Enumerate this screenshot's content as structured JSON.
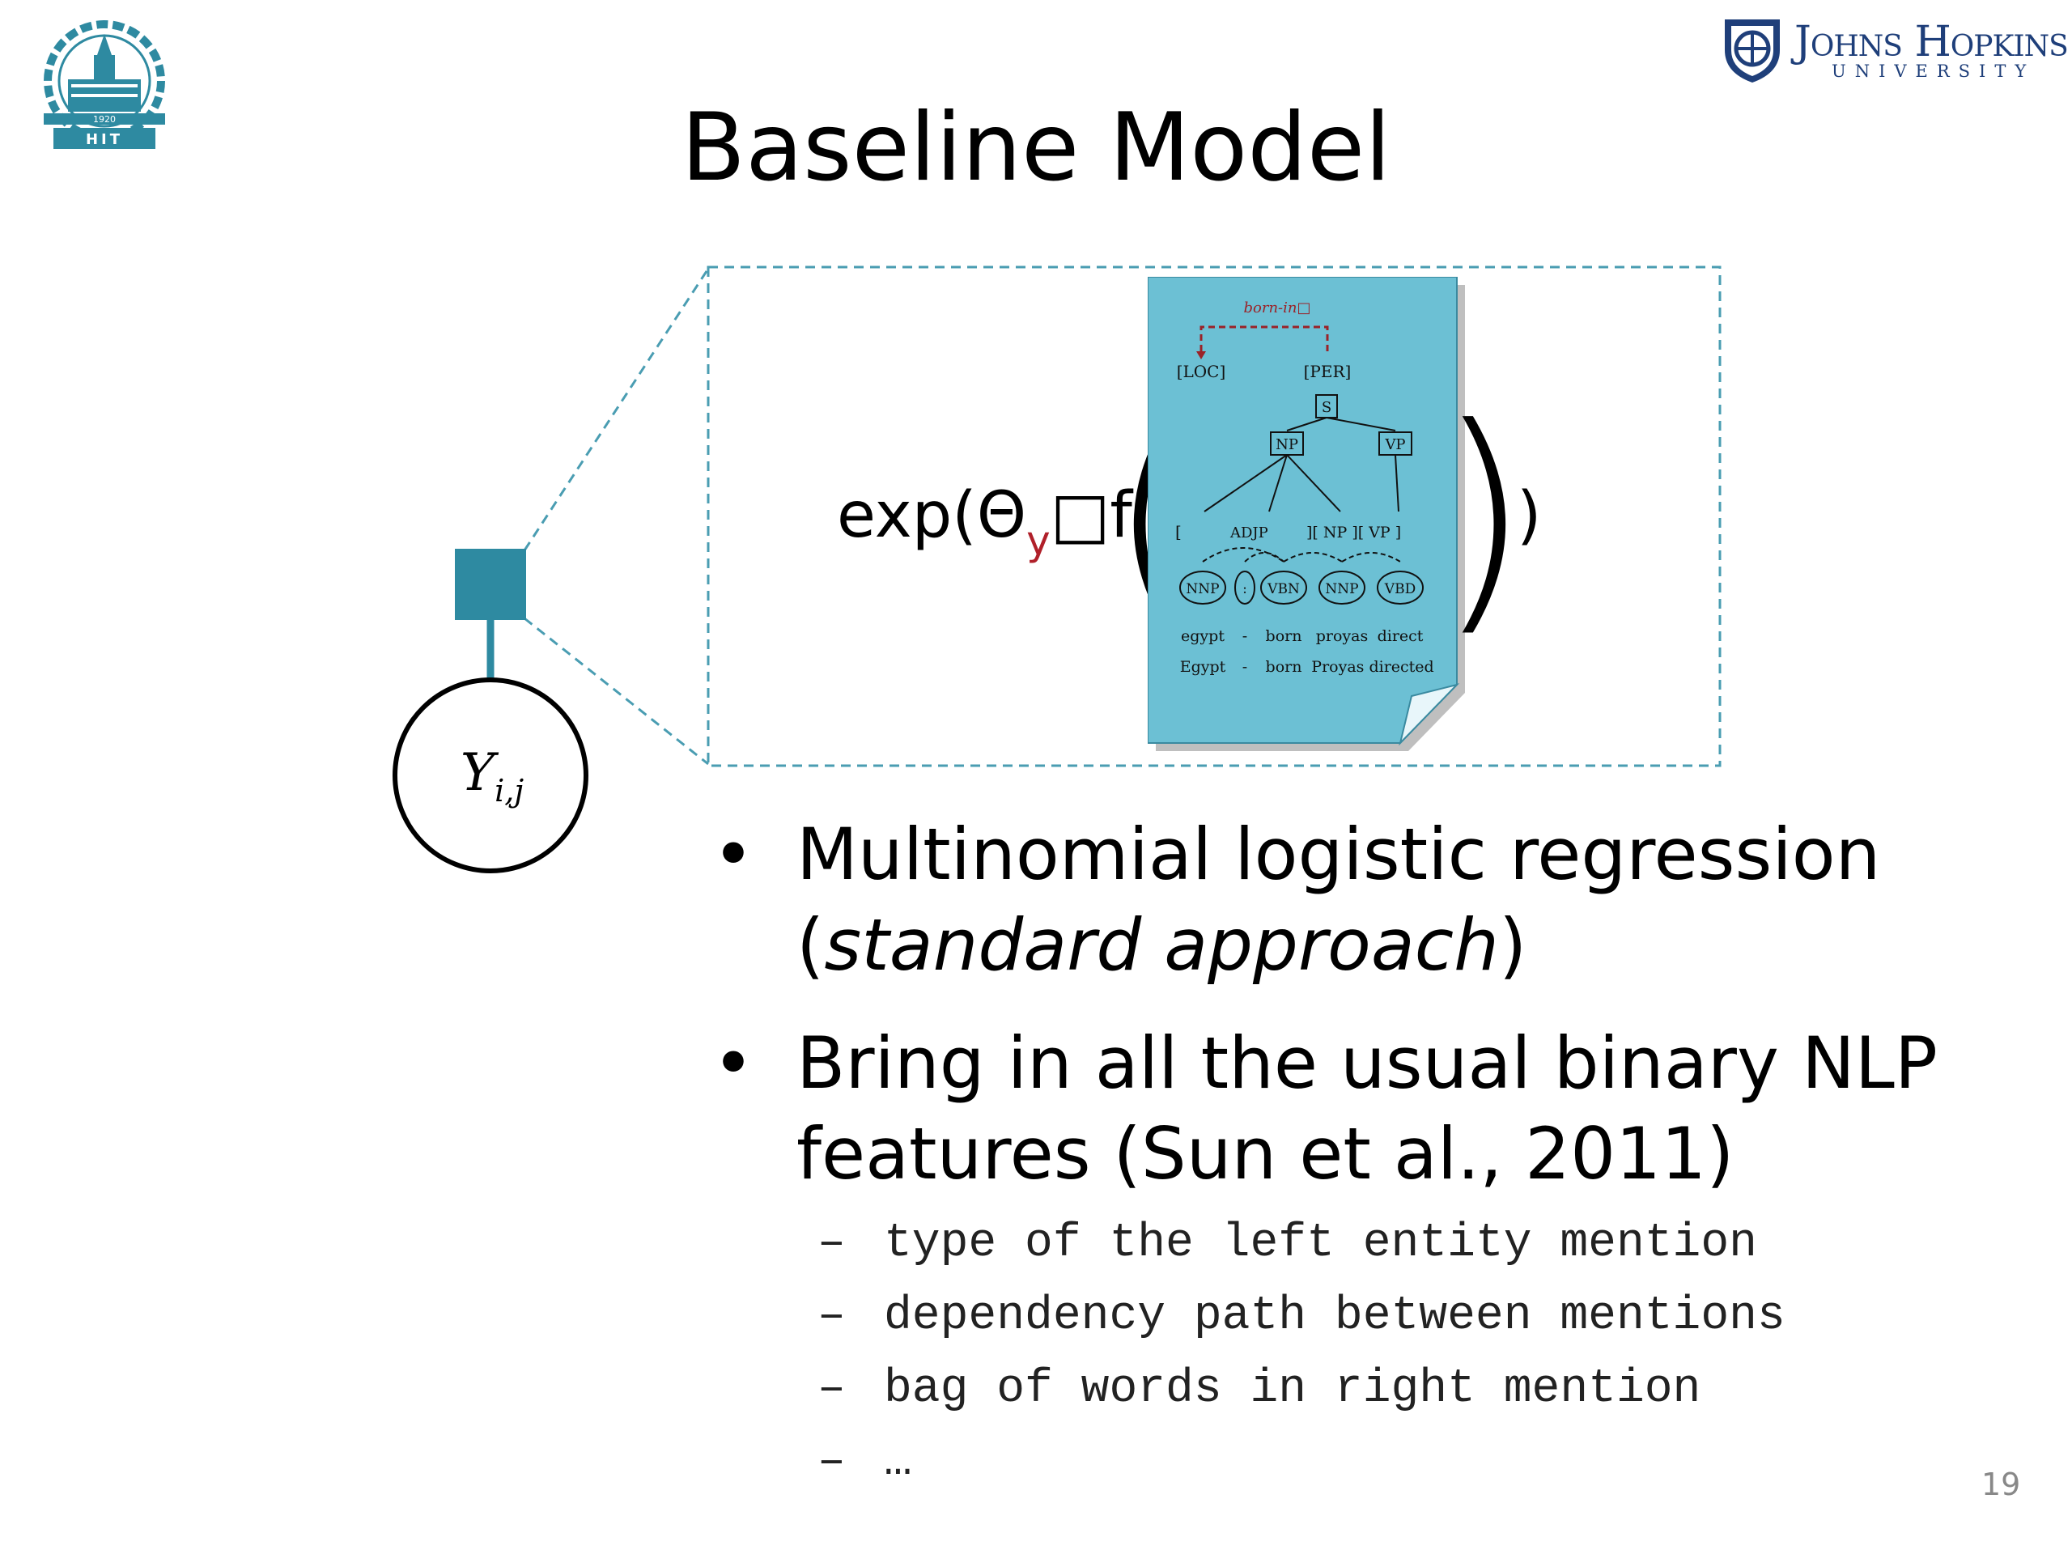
{
  "slide": {
    "title": "Baseline Model",
    "page_number": "19",
    "logos": {
      "hit": {
        "name": "hit-logo",
        "year": "1920",
        "text": "HIT"
      },
      "jhu": {
        "line1": "Johns Hopkins",
        "line2": "UNIVERSITY"
      }
    },
    "colors": {
      "teal": "#2e8aa1",
      "doc_fill": "#6cc0d4",
      "dashed": "#4a9db2",
      "accent_red": "#b0202a"
    }
  },
  "diagram": {
    "variable_label": "Y",
    "variable_subscript": "i,j",
    "formula": {
      "prefix": "exp(Θ",
      "subscript": "y",
      "dot": "□",
      "suffix": "f",
      "left_paren": "(",
      "right_paren": ")",
      "close_paren": ")"
    },
    "parse_tree": {
      "relation": "born-in□",
      "entities": [
        "[LOC]",
        "[PER]"
      ],
      "root": "S",
      "phrases": [
        "NP",
        "VP"
      ],
      "chunks": [
        "[",
        "ADJP",
        "][ NP ][ VP ]"
      ],
      "pos_tags": [
        "NNP",
        ":",
        "VBN",
        "NNP",
        "VBD"
      ],
      "lemmas": [
        "egypt",
        "-",
        "born",
        "proyas",
        "direct"
      ],
      "tokens": [
        "Egypt",
        "-",
        "born",
        "Proyas directed"
      ]
    }
  },
  "bullets": [
    {
      "line1": "Multinomial logistic regression",
      "line2_open": "(",
      "line2_italic": "standard approach",
      "line2_close": ")"
    },
    {
      "line1": "Bring in all the usual binary NLP",
      "line2": "features (Sun et al., 2011)"
    }
  ],
  "sub_items": [
    {
      "dash": "–",
      "text": "type of the left entity mention"
    },
    {
      "dash": "–",
      "text": "dependency path between mentions"
    },
    {
      "dash": "–",
      "text": "bag of words in right mention"
    },
    {
      "dash": "–",
      "text": "…"
    }
  ]
}
